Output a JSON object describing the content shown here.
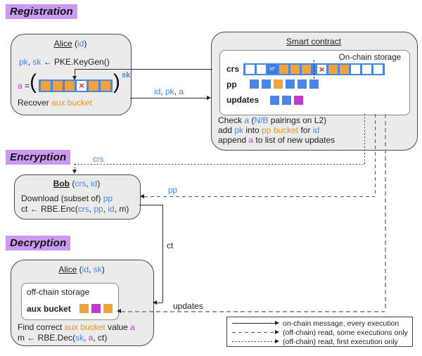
{
  "palette": {
    "blue": "#4a86e8",
    "orange": "#e8951f",
    "magenta": "#c03fc9",
    "dark": "#1f1f1f",
    "red": "#e02b20",
    "lavender": "#cb99f3"
  },
  "headers": {
    "registration": "Registration",
    "encryption": "Encryption",
    "decryption": "Decryption"
  },
  "alice_reg": {
    "title": [
      {
        "t": "Alice",
        "u": true
      },
      {
        "t": " ("
      },
      {
        "t": "id",
        "c": "blue"
      },
      {
        "t": ")"
      }
    ],
    "keygen": [
      {
        "t": "pk",
        "c": "blue"
      },
      {
        "t": ", "
      },
      {
        "t": "sk",
        "c": "blue"
      },
      {
        "t": " ← PKE.KeyGen()"
      }
    ],
    "a_label": [
      {
        "t": "a",
        "c": "magenta"
      },
      {
        "t": " ="
      }
    ],
    "paren_open": "(",
    "paren_close": ")",
    "sk_sup": [
      {
        "t": "sk",
        "c": "blue"
      }
    ],
    "bucket_cells": [
      "orange",
      "orange",
      "orange",
      "x",
      "orange",
      "orange"
    ],
    "recover": [
      {
        "t": "Recover "
      },
      {
        "t": "aux bucket",
        "c": "orange"
      }
    ]
  },
  "smart_contract": {
    "title": "Smart contract",
    "storage_label": "On-chain storage",
    "crs_label": "crs",
    "pp_label": "pp",
    "updates_label": "updates",
    "crs_cells": [
      "white",
      "white",
      "id*",
      "orange",
      "orange",
      "orange",
      "divider",
      "x",
      "orange",
      "orange",
      "white",
      "white",
      "white"
    ],
    "pp_cells": [
      "blue",
      "blue",
      "orange",
      "blue",
      "blue",
      "blue"
    ],
    "updates_cells": [
      "blue",
      "blue",
      "magenta"
    ],
    "check_line": [
      {
        "t": "Check "
      },
      {
        "t": "a",
        "c": "blue"
      },
      {
        "t": " ("
      },
      {
        "t": "N/B",
        "c": "blue"
      },
      {
        "t": " pairings on L2)"
      }
    ],
    "add_line": [
      {
        "t": "add "
      },
      {
        "t": "pk",
        "c": "blue"
      },
      {
        "t": " into "
      },
      {
        "t": "pp bucket",
        "c": "orange"
      },
      {
        "t": " for "
      },
      {
        "t": "id",
        "c": "blue"
      }
    ],
    "append_line": [
      {
        "t": "append "
      },
      {
        "t": "a",
        "c": "magenta"
      },
      {
        "t": " to list of new updates"
      }
    ]
  },
  "bob": {
    "title": [
      {
        "t": "Bob",
        "u": true,
        "b": true
      },
      {
        "t": " ("
      },
      {
        "t": "crs",
        "c": "blue"
      },
      {
        "t": ", "
      },
      {
        "t": "id",
        "c": "blue"
      },
      {
        "t": ")"
      }
    ],
    "download": [
      {
        "t": "Download (subset of) "
      },
      {
        "t": "pp",
        "c": "blue"
      }
    ],
    "enc": [
      {
        "t": "ct ← RBE.Enc("
      },
      {
        "t": "crs",
        "c": "blue"
      },
      {
        "t": ", "
      },
      {
        "t": "pp",
        "c": "blue"
      },
      {
        "t": ", "
      },
      {
        "t": "id",
        "c": "blue"
      },
      {
        "t": ", m)"
      }
    ]
  },
  "alice_dec": {
    "title": [
      {
        "t": "Alice",
        "u": true
      },
      {
        "t": " ("
      },
      {
        "t": "id",
        "c": "blue"
      },
      {
        "t": ", "
      },
      {
        "t": "sk",
        "c": "blue"
      },
      {
        "t": ")"
      }
    ],
    "storage_label": "off-chain storage",
    "bucket_label": "aux bucket",
    "bucket_cells": [
      "orange",
      "magenta",
      "orange"
    ],
    "find_line": [
      {
        "t": "Find correct "
      },
      {
        "t": "aux bucket",
        "c": "orange"
      },
      {
        "t": " value "
      },
      {
        "t": "a",
        "c": "magenta"
      }
    ],
    "dec_line": [
      {
        "t": "m ← RBE.Dec("
      },
      {
        "t": "sk",
        "c": "blue"
      },
      {
        "t": ", "
      },
      {
        "t": "a",
        "c": "magenta"
      },
      {
        "t": ", ct)"
      }
    ]
  },
  "arrow_labels": {
    "id_pk_a": [
      {
        "t": "id",
        "c": "blue"
      },
      {
        "t": ", "
      },
      {
        "t": "pk",
        "c": "blue"
      },
      {
        "t": ", "
      },
      {
        "t": "a",
        "c": "magenta"
      }
    ],
    "crs": [
      {
        "t": "crs",
        "c": "blue"
      }
    ],
    "pp": [
      {
        "t": "pp",
        "c": "blue"
      }
    ],
    "ct": "ct",
    "updates": "updates"
  },
  "legend": {
    "items": [
      {
        "style": "solid",
        "label": "on-chain message, every execution"
      },
      {
        "style": "dashed",
        "label": "(off-chain) read, some executions only"
      },
      {
        "style": "dotted",
        "label": "(off-chain) read, first execution only"
      }
    ]
  },
  "cell_glyphs": {
    "x": "×",
    "id*": "id*"
  }
}
